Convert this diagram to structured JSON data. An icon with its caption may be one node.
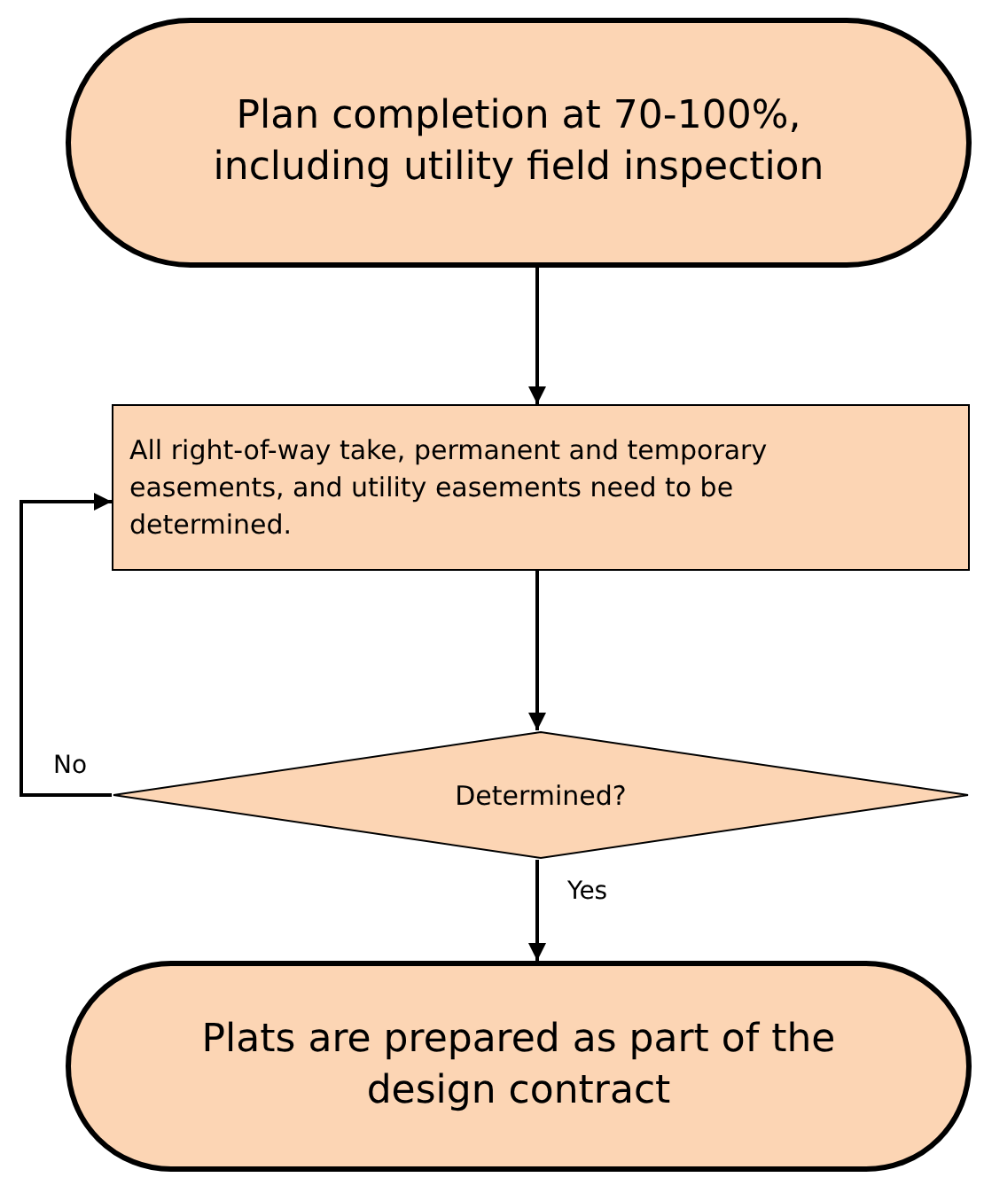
{
  "diagram": {
    "nodes": [
      {
        "text": [
          "Plan completion at 70-100%, including utility field inspection"
        ]
      },
      {
        "text": [
          "All right-of-way take, permanent and temporary easements, and utility easements need to be determined."
        ]
      },
      {
        "text": [
          "Determined?"
        ]
      },
      {
        "text": [
          "Plats are prepared as part of the design contract"
        ]
      }
    ],
    "edges": [
      {
        "from": 0,
        "to": 1,
        "arrow": "to"
      },
      {
        "from": 1,
        "to": 2,
        "arrow": "to"
      },
      {
        "from": 2,
        "to": 1,
        "arrow": "to",
        "label": "No"
      },
      {
        "from": 2,
        "to": 3,
        "arrow": "to",
        "label": "Yes"
      }
    ]
  }
}
